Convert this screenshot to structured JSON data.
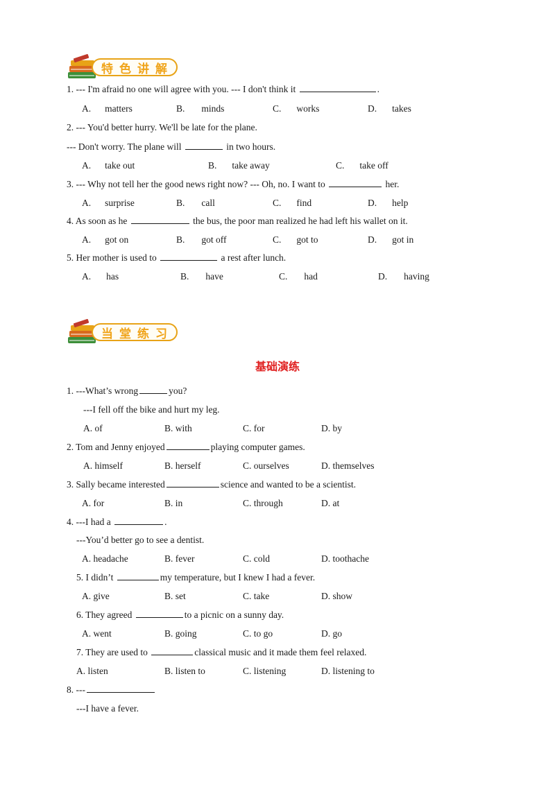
{
  "section1": {
    "badge": "特色讲解",
    "q1": {
      "stem_a": "1. --- I'm afraid no one will agree with you.    --- I don't think it",
      "stem_b": ".",
      "A": "matters",
      "B": "minds",
      "C": "works",
      "D": "takes"
    },
    "q2": {
      "stem1": "2. --- You'd better hurry. We'll be late for the plane.",
      "stem2_a": "--- Don't worry. The plane will",
      "stem2_b": "in two hours.",
      "A": "take out",
      "B": "take away",
      "C": "take off"
    },
    "q3": {
      "stem_a": "3. --- Why not tell her the good news right now?  --- Oh, no. I want to",
      "stem_b": "her.",
      "A": "surprise",
      "B": "call",
      "C": "find",
      "D": "help"
    },
    "q4": {
      "stem_a": "4. As soon as he",
      "stem_b": "the bus, the poor man realized he had left his wallet on it.",
      "A": "got on",
      "B": "got off",
      "C": "got to",
      "D": "got in"
    },
    "q5": {
      "stem_a": "5. Her mother is used to",
      "stem_b": "a rest after lunch.",
      "A": "has",
      "B": "have",
      "C": "had",
      "D": "having"
    },
    "letters": {
      "A": "A.",
      "B": "B.",
      "C": "C.",
      "D": "D."
    }
  },
  "section2": {
    "badge": "当堂练习",
    "title": "基础演练",
    "q1": {
      "stem_a": "1.    ---What’s wrong",
      "stem_b": "you?",
      "line2": "---I fell off the bike and hurt my leg.",
      "A": "A. of",
      "B": "B. with",
      "C": "C. for",
      "D": "D. by"
    },
    "q2": {
      "stem_a": "2.    Tom and Jenny enjoyed",
      "stem_b": "playing computer games.",
      "A": "A. himself",
      "B": "B. herself",
      "C": "C. ourselves",
      "D": "D. themselves"
    },
    "q3": {
      "stem_a": "3.    Sally became interested",
      "stem_b": "science and wanted to be a scientist.",
      "A": "A. for",
      "B": "B. in",
      "C": "C. through",
      "D": "D. at"
    },
    "q4": {
      "stem_a": "4.  ---I had a",
      "stem_b": ".",
      "line2": "---You’d better go to see a dentist.",
      "A": "A. headache",
      "B": "B. fever",
      "C": "C. cold",
      "D": "D. toothache"
    },
    "q5": {
      "stem_a": "5. I didn’t",
      "stem_b": "my temperature, but I knew I had a fever.",
      "A": "A. give",
      "B": "B. set",
      "C": "C. take",
      "D": "D. show"
    },
    "q6": {
      "stem_a": "6. They agreed",
      "stem_b": "to a picnic on a sunny day.",
      "A": "A. went",
      "B": "B. going",
      "C": "C. to go",
      "D": "D. go"
    },
    "q7": {
      "stem_a": "7. They are used to",
      "stem_b": "classical music and it made them feel relaxed.",
      "A": "A. listen",
      "B": "B. listen to",
      "C": "C. listening",
      "D": "D. listening to"
    },
    "q8": {
      "stem_a": "8.  ---",
      "line2": "---I have a fever."
    }
  }
}
